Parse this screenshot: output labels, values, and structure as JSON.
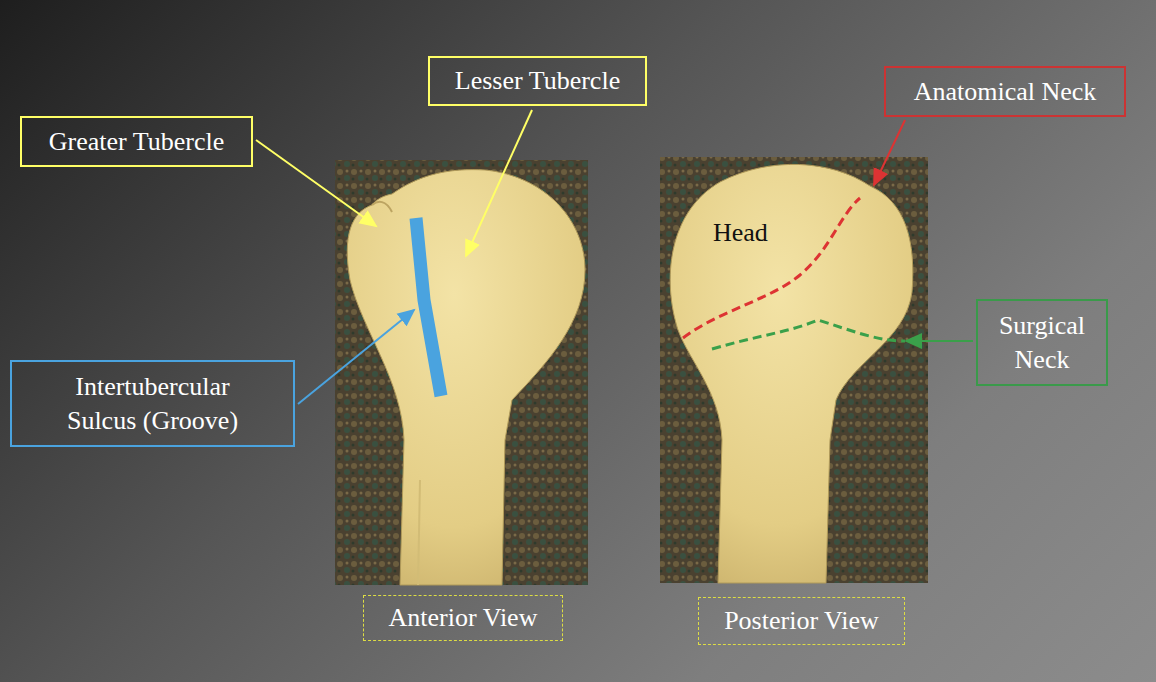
{
  "diagram": {
    "nodes": [
      {
        "text": [
          "Lesser Tubercle"
        ]
      },
      {
        "text": [
          "Anatomical Neck"
        ]
      },
      {
        "text": [
          "Greater Tubercle"
        ]
      },
      {
        "text": [
          "Surgical Neck"
        ]
      },
      {
        "text": [
          "Intertubercular Sulcus (Groove)"
        ]
      },
      {
        "text": [
          "Anterior View"
        ]
      },
      {
        "text": [
          "Posterior View"
        ]
      }
    ],
    "labels": [
      "Head"
    ]
  }
}
